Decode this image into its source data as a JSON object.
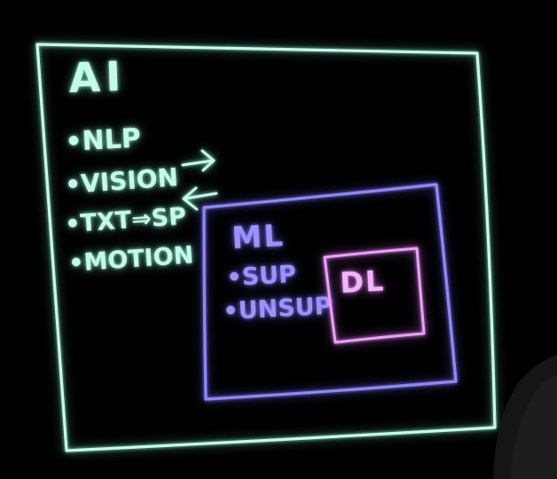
{
  "colors": {
    "background": "#000000",
    "ai_ink": "#b9f7e2",
    "ml_ink": "#8f86ff",
    "dl_ink": "#ee9cff"
  },
  "ai": {
    "title": "AI",
    "items": [
      "•NLP",
      "•VISION",
      "•TXT⇒SP",
      "•MOTION"
    ]
  },
  "ml": {
    "title": "ML",
    "items": [
      "•SUP",
      "•UNSUP"
    ]
  },
  "dl": {
    "title": "DL"
  },
  "icons": {
    "vision_arrow": "arrow-right-icon",
    "speech_arrow": "arrow-left-icon"
  }
}
